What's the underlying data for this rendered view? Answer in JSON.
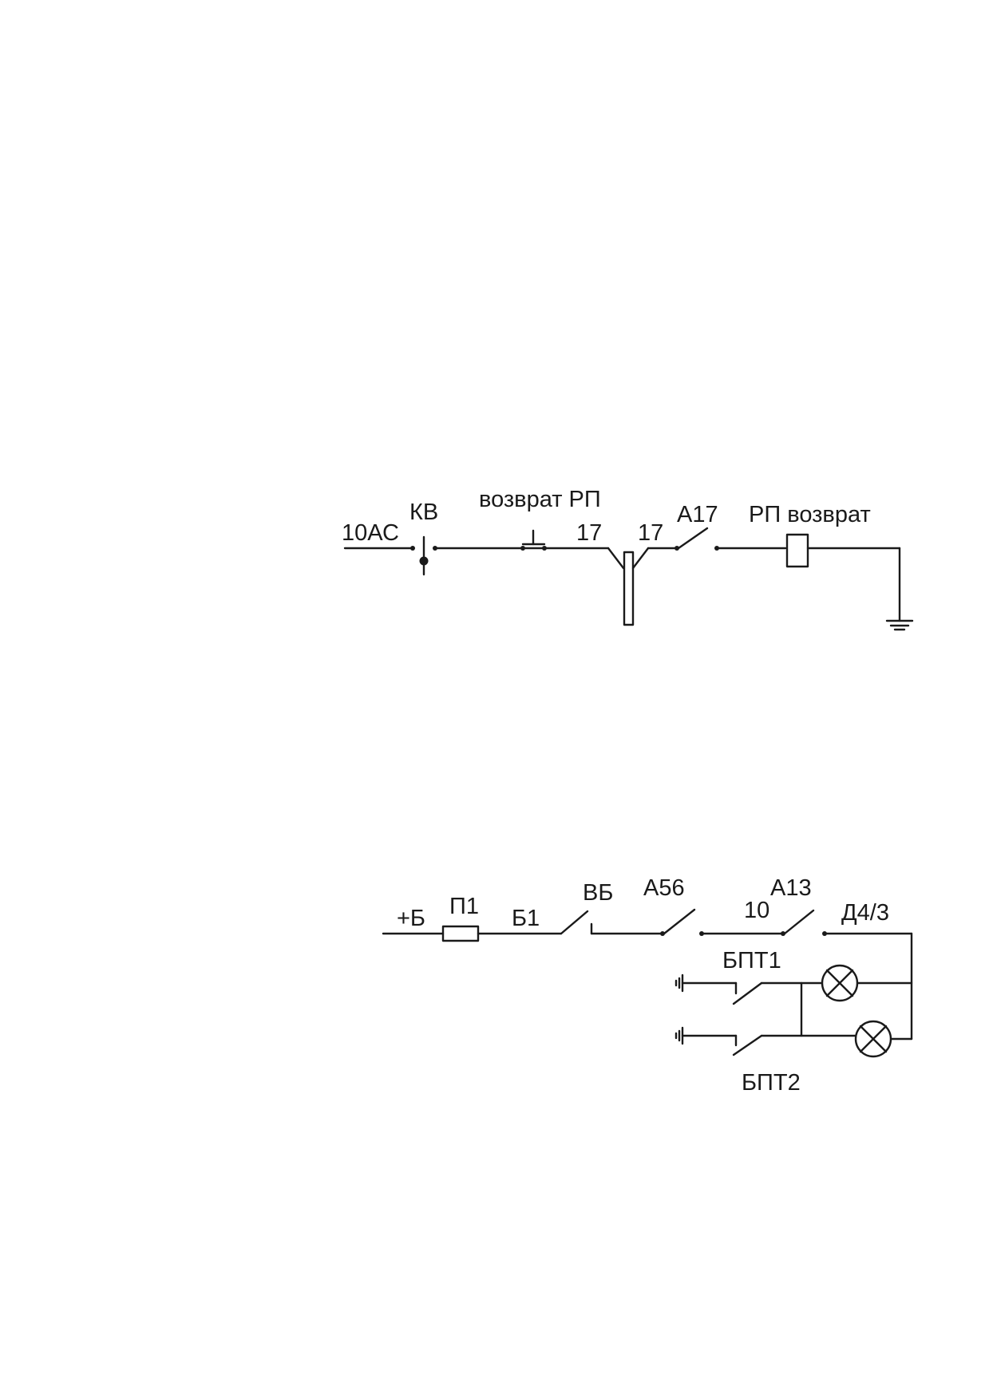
{
  "circuit_1": {
    "wire_label_input": "10АС",
    "switch_label": "КВ",
    "button_label": "возврат РП",
    "terminal_left_label": "17",
    "terminal_right_label": "17",
    "contact_label": "А17",
    "relay_label": "РП возврат"
  },
  "circuit_2": {
    "supply_label": "+Б",
    "fuse_label": "П1",
    "wire_b1_label": "Б1",
    "switch_label": "ВБ",
    "contact_a56_label": "А56",
    "wire_10_label": "10",
    "contact_a13_label": "А13",
    "wire_d43_label": "Д4/3",
    "switch_bpt1_label": "БПТ1",
    "switch_bpt2_label": "БПТ2"
  }
}
